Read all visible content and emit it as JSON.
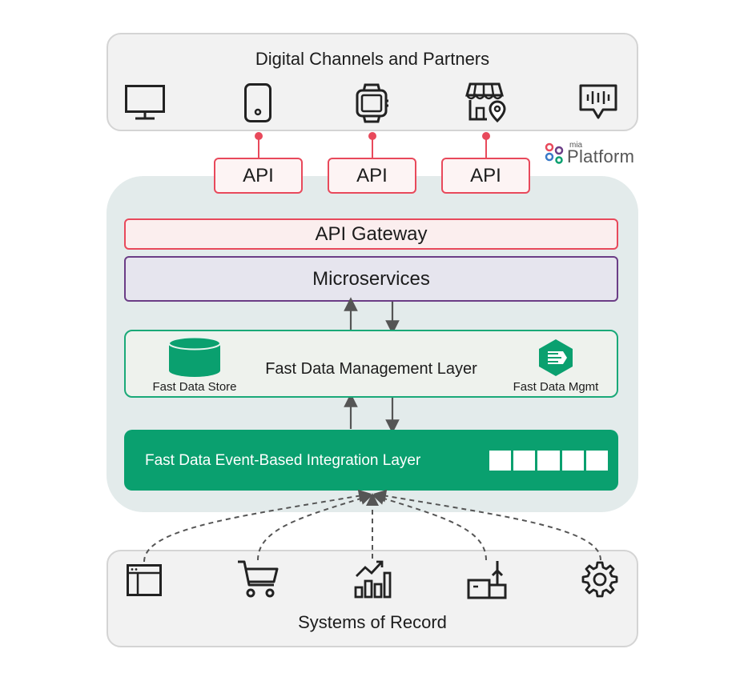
{
  "top_panel": {
    "title": "Digital Channels and Partners",
    "icons": [
      "monitor-icon",
      "smartphone-icon",
      "smartwatch-icon",
      "store-location-icon",
      "voice-assistant-icon"
    ]
  },
  "logo": {
    "small": "mia",
    "main": "Platform"
  },
  "api_boxes": [
    {
      "label": "API"
    },
    {
      "label": "API"
    },
    {
      "label": "API"
    }
  ],
  "core": {
    "gateway": "API Gateway",
    "microservices": "Microservices",
    "fast_data": {
      "title": "Fast Data Management Layer",
      "store_label": "Fast Data Store",
      "mgmt_label": "Fast Data Mgmt"
    },
    "integration": "Fast Data Event-Based Integration Layer"
  },
  "bottom_panel": {
    "title": "Systems of Record",
    "icons": [
      "browser-window-icon",
      "shopping-cart-icon",
      "growth-chart-icon",
      "factory-icon",
      "gear-icon"
    ]
  },
  "colors": {
    "api_red": "#e8495b",
    "micro_purple": "#6b3d86",
    "fastdata_green": "#0aa06f",
    "core_bg": "#e3ebeb",
    "panel_bg": "#f2f2f2"
  }
}
